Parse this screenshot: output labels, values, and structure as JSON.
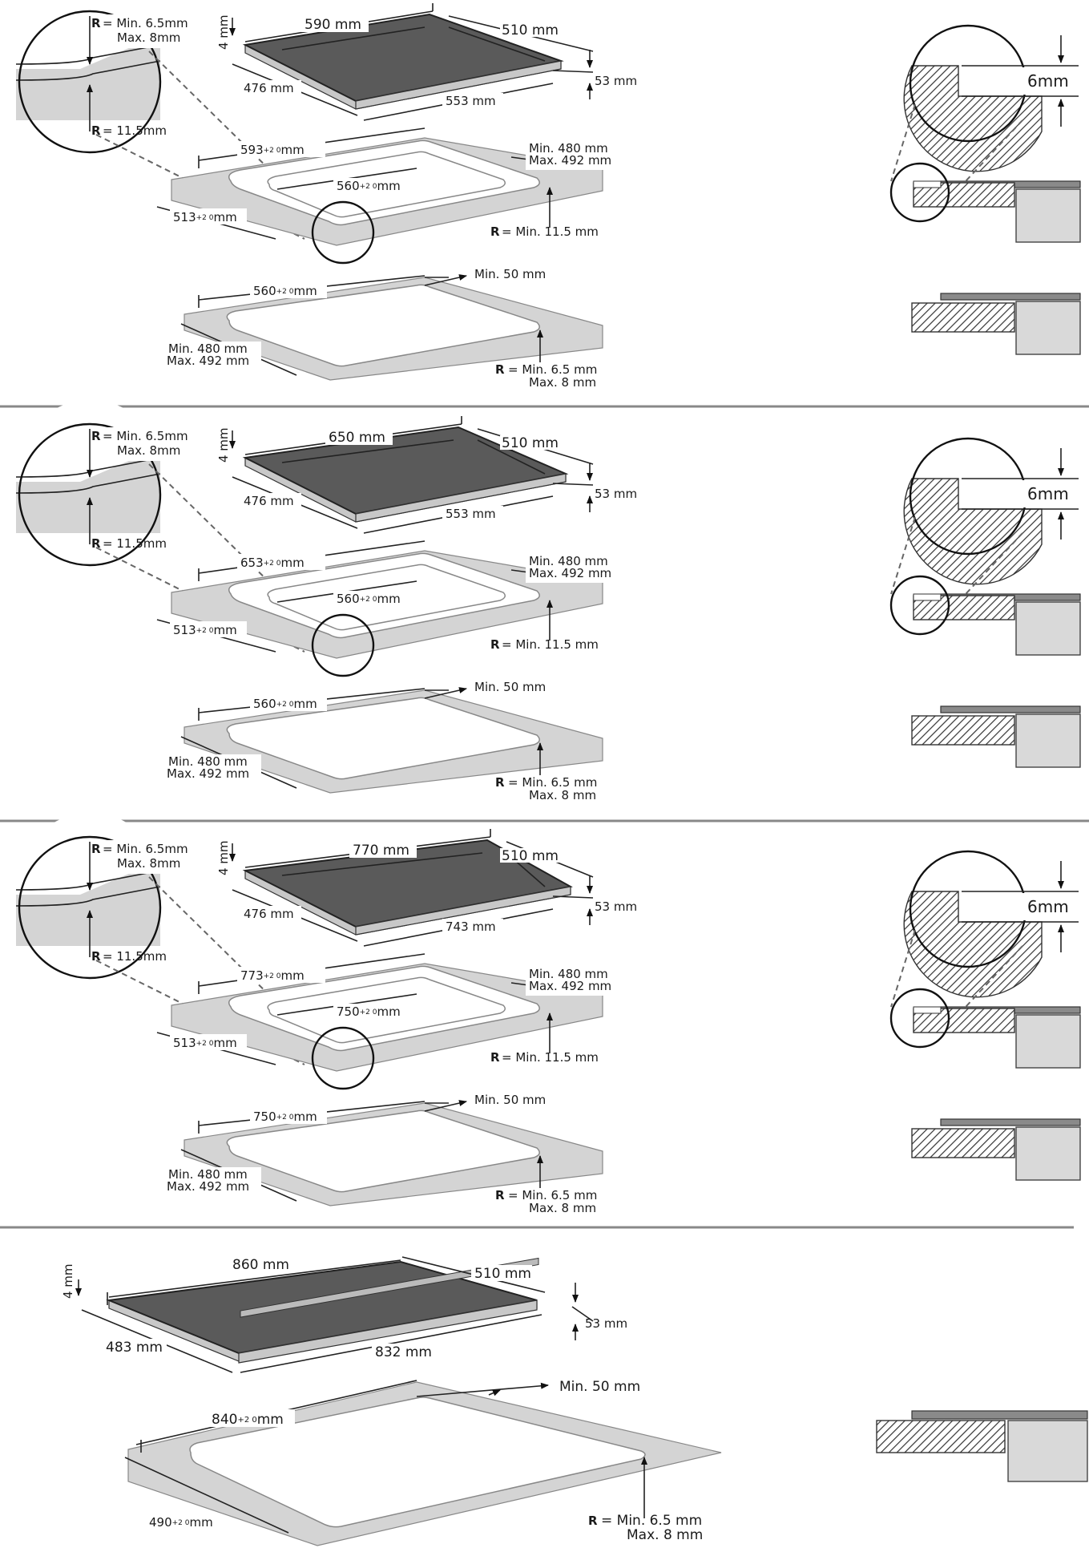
{
  "sections": [
    {
      "hob_width": "590 mm",
      "hob_depth": "510 mm",
      "hob_thickness": "4 mm",
      "hob_height": "53 mm",
      "hob_side": "476 mm",
      "hob_bottom": "553 mm",
      "detail_r_top": "= Min. 6.5mm",
      "detail_r_top2": "Max. 8mm",
      "detail_r_bottom": "= 11.5mm",
      "flush_width": "593",
      "flush_width_tol": "+2 0",
      "flush_inner": "560",
      "flush_inner_tol": "+2 0",
      "flush_depth": "513",
      "flush_depth_tol": "+2 0",
      "flush_min": "Min. 480 mm",
      "flush_max": "Max. 492 mm",
      "flush_radius": "= Min. 11.5 mm",
      "surface_width": "560",
      "surface_width_tol": "+2 0",
      "surface_min50": "Min. 50 mm",
      "surface_min": "Min. 480 mm",
      "surface_max": "Max. 492 mm",
      "surface_radius": "= Min. 6.5 mm",
      "surface_radius2": "Max. 8 mm",
      "side_gap": "6mm"
    },
    {
      "hob_width": "650 mm",
      "hob_depth": "510 mm",
      "hob_thickness": "4 mm",
      "hob_height": "53 mm",
      "hob_side": "476 mm",
      "hob_bottom": "553 mm",
      "detail_r_top": "= Min. 6.5mm",
      "detail_r_top2": "Max. 8mm",
      "detail_r_bottom": "= 11.5mm",
      "flush_width": "653",
      "flush_width_tol": "+2 0",
      "flush_inner": "560",
      "flush_inner_tol": "+2 0",
      "flush_depth": "513",
      "flush_depth_tol": "+2 0",
      "flush_min": "Min. 480 mm",
      "flush_max": "Max. 492 mm",
      "flush_radius": "= Min. 11.5 mm",
      "surface_width": "560",
      "surface_width_tol": "+2 0",
      "surface_min50": "Min. 50 mm",
      "surface_min": "Min. 480 mm",
      "surface_max": "Max. 492 mm",
      "surface_radius": "= Min. 6.5 mm",
      "surface_radius2": "Max. 8 mm",
      "side_gap": "6mm"
    },
    {
      "hob_width": "770 mm",
      "hob_depth": "510 mm",
      "hob_thickness": "4 mm",
      "hob_height": "53 mm",
      "hob_side": "476 mm",
      "hob_bottom": "743 mm",
      "detail_r_top": "= Min. 6.5mm",
      "detail_r_top2": "Max. 8mm",
      "detail_r_bottom": "= 11.5mm",
      "flush_width": "773",
      "flush_width_tol": "+2 0",
      "flush_inner": "750",
      "flush_inner_tol": "+2 0",
      "flush_depth": "513",
      "flush_depth_tol": "+2 0",
      "flush_min": "Min. 480 mm",
      "flush_max": "Max. 492 mm",
      "flush_radius": "= Min. 11.5 mm",
      "surface_width": "750",
      "surface_width_tol": "+2 0",
      "surface_min50": "Min. 50 mm",
      "surface_min": "Min. 480 mm",
      "surface_max": "Max. 492 mm",
      "surface_radius": "= Min. 6.5 mm",
      "surface_radius2": "Max. 8 mm",
      "side_gap": "6mm"
    },
    {
      "hob_width": "860 mm",
      "hob_depth": "510 mm",
      "hob_thickness": "4 mm",
      "hob_height": "53 mm",
      "hob_side": "483 mm",
      "hob_bottom": "832 mm",
      "surface_width": "840",
      "surface_width_tol": "+2 0",
      "surface_min50": "Min. 50 mm",
      "surface_depth": "490",
      "surface_depth_tol": "+2 0",
      "surface_radius": "= Min. 6.5 mm",
      "surface_radius2": "Max. 8 mm"
    }
  ],
  "r_letter": "R",
  "mm": "mm"
}
